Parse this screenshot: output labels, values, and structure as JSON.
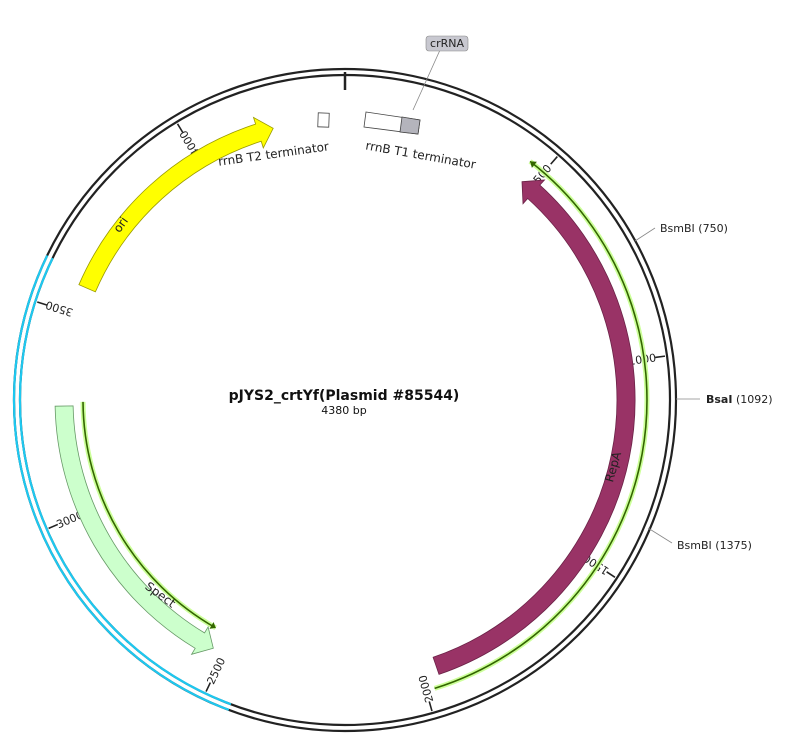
{
  "plasmid": {
    "name": "pJYS2_crtYf(Plasmid #85544)",
    "length_label": "4380 bp",
    "length": 4380
  },
  "ticks": [
    {
      "pos": 500,
      "label": "500"
    },
    {
      "pos": 1000,
      "label": "1000"
    },
    {
      "pos": 1500,
      "label": "1500"
    },
    {
      "pos": 2000,
      "label": "2000"
    },
    {
      "pos": 2500,
      "label": "2500"
    },
    {
      "pos": 3000,
      "label": "3000"
    },
    {
      "pos": 3500,
      "label": "3500"
    },
    {
      "pos": 4000,
      "label": "4000"
    }
  ],
  "features": [
    {
      "name": "RepA",
      "start": 475,
      "end": 1960,
      "direction": "reverse",
      "color": "#993366",
      "label_color": "#ffffff"
    },
    {
      "name": "ori",
      "start": 3570,
      "end": 4200,
      "direction": "forward",
      "color": "#ffff00",
      "label_color": "#222222"
    },
    {
      "name": "Spect",
      "start": 2530,
      "end": 3270,
      "direction": "reverse",
      "color": "#ccffcc",
      "label_color": "#222222"
    }
  ],
  "terminators": [
    {
      "name": "rrnB T2 terminator"
    },
    {
      "name": "rrnB T1 terminator"
    }
  ],
  "crRNA_label": "crRNA",
  "sites": [
    {
      "name": "BsmBI",
      "pos_label": "(750)",
      "bold": false
    },
    {
      "name": "BsaI",
      "pos_label": "(1092)",
      "bold": true
    },
    {
      "name": "BsmBI",
      "pos_label": "(1375)",
      "bold": false
    }
  ],
  "colors": {
    "backbone": "#222222",
    "highlight_region": "#1ec8f0",
    "primer_arrow": "#336600",
    "primer_glow": "#ccff99"
  }
}
